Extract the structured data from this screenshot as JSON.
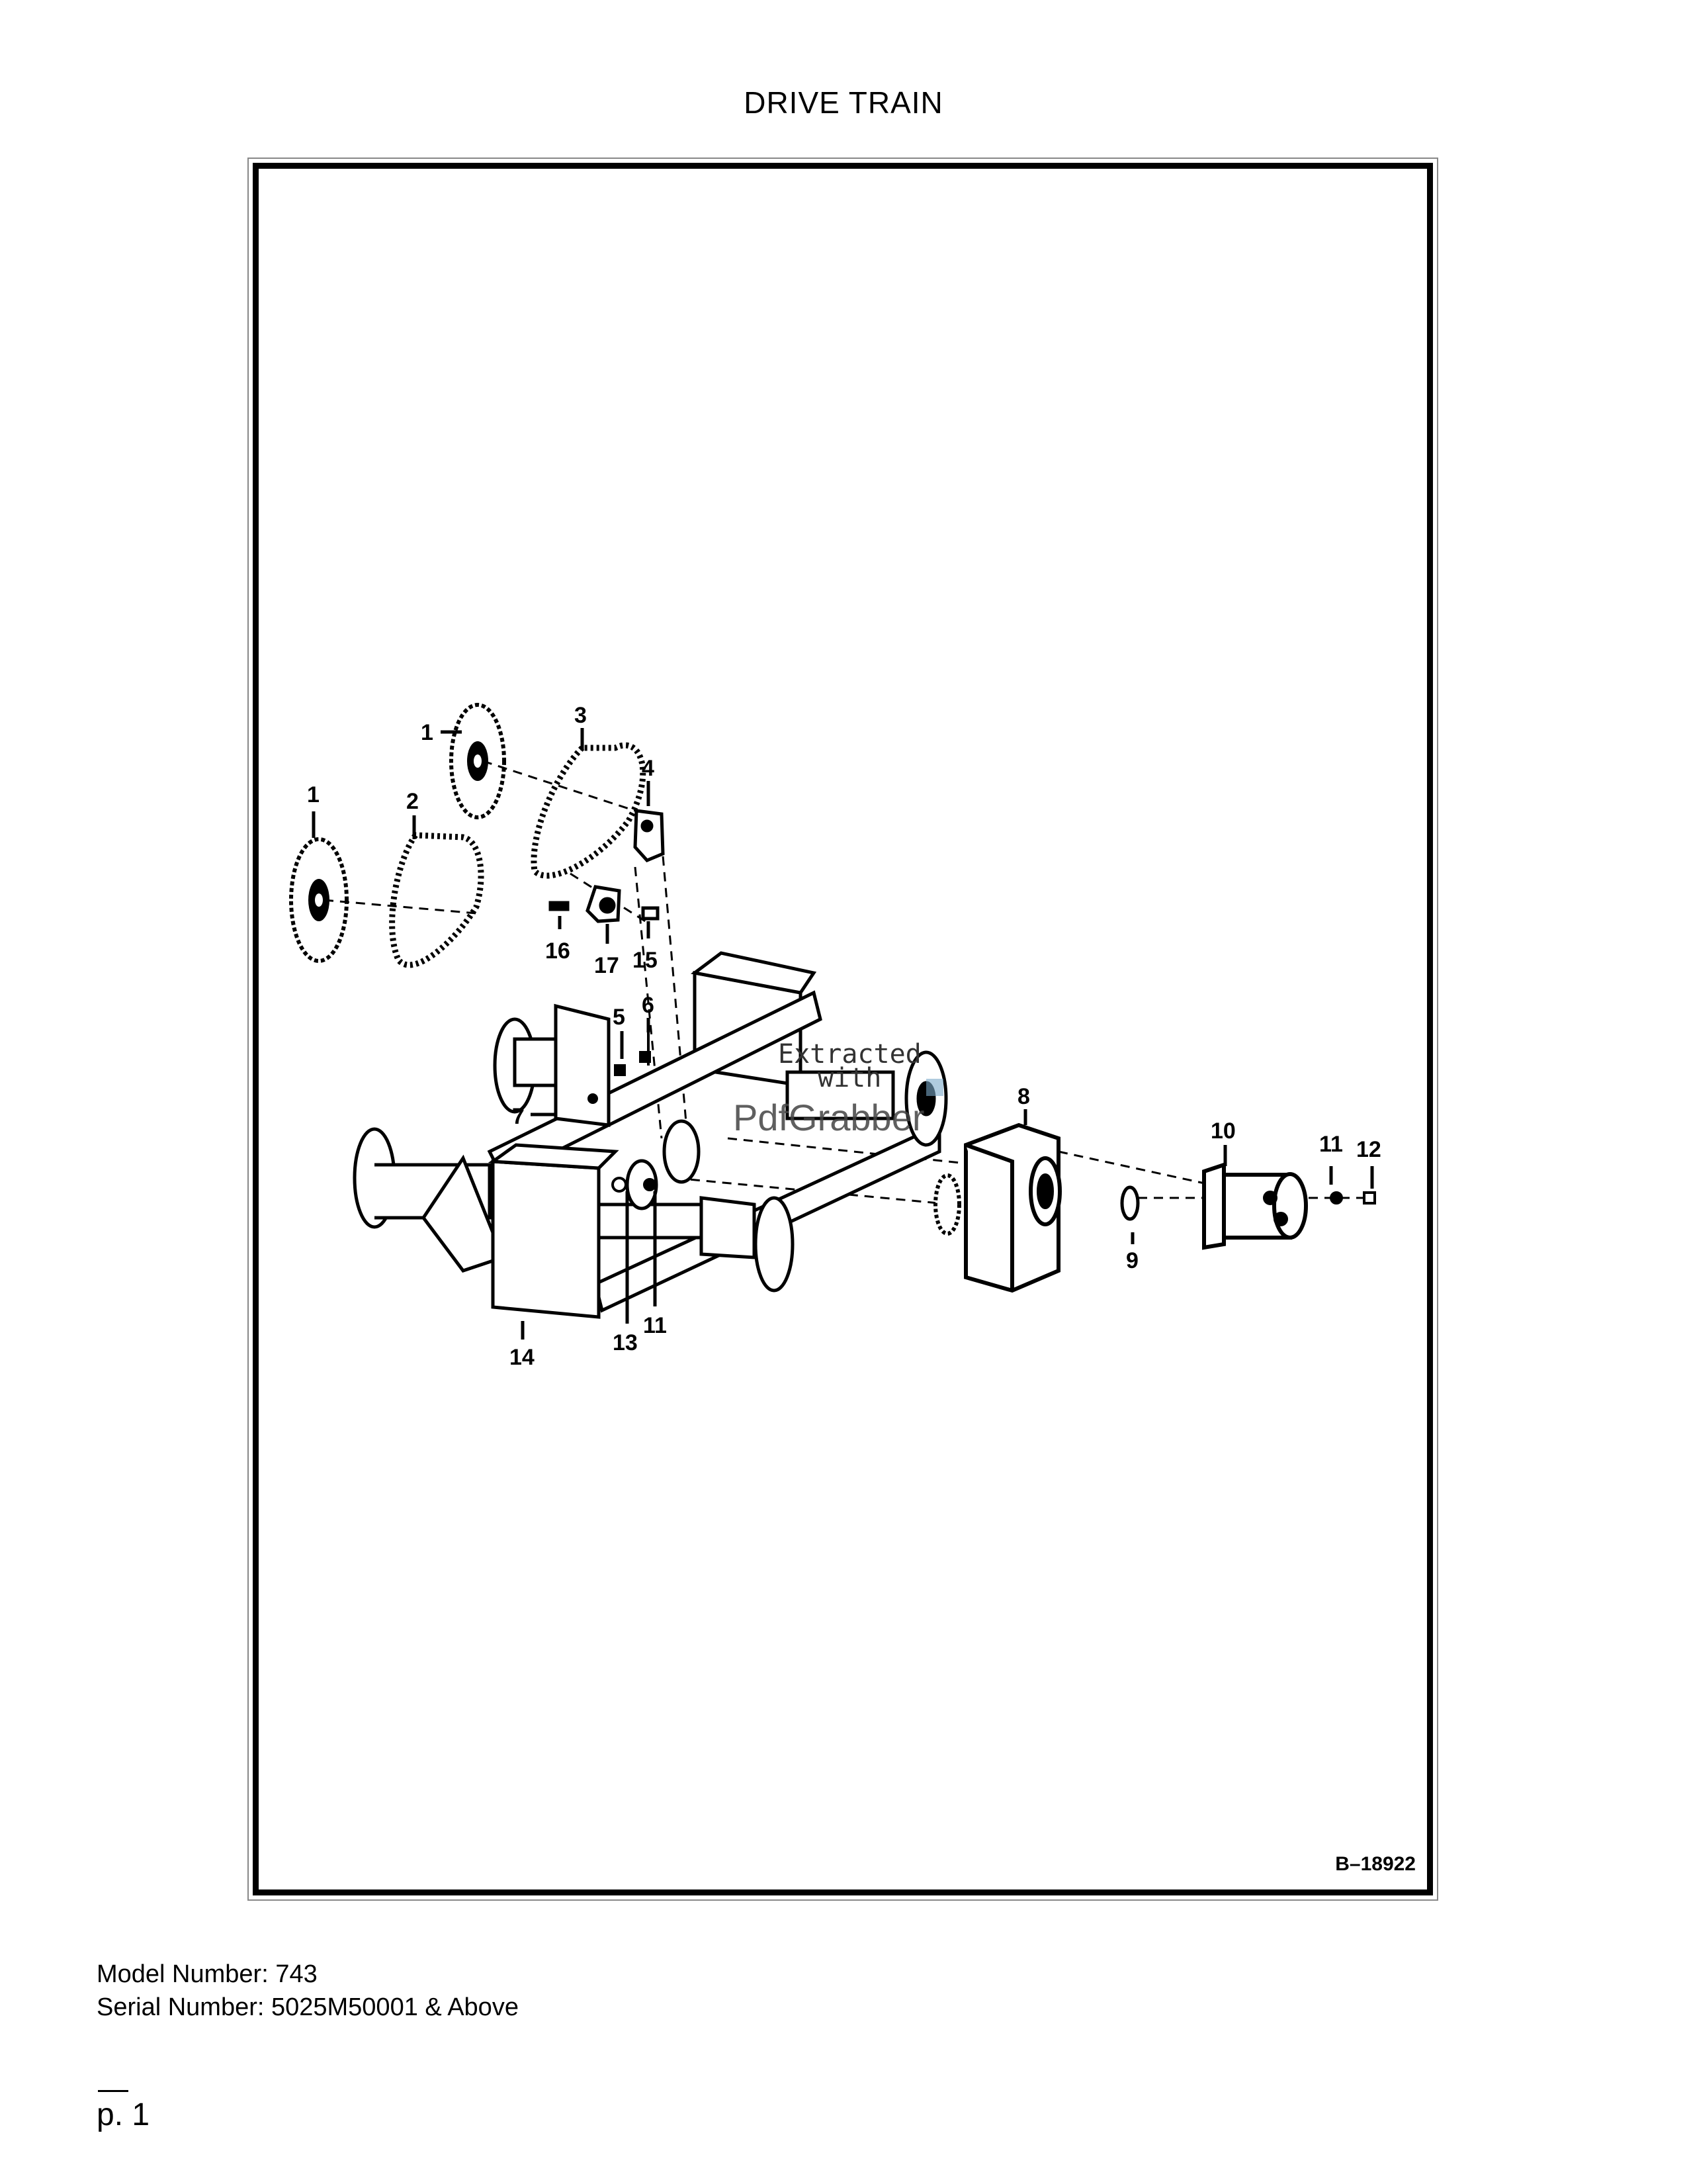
{
  "header": {
    "title": "DRIVE TRAIN"
  },
  "figure": {
    "id": "B–18922",
    "callouts": [
      "1",
      "1",
      "2",
      "3",
      "4",
      "16",
      "17",
      "15",
      "5",
      "6",
      "7",
      "8",
      "9",
      "10",
      "11",
      "12",
      "14",
      "13",
      "11"
    ],
    "watermark": {
      "line1": "Extracted",
      "line2": "with",
      "brand": "PdfGrabber"
    }
  },
  "footer": {
    "model": "Model Number: 743",
    "serial": "Serial Number: 5025M50001 & Above",
    "page": "p. 1"
  }
}
